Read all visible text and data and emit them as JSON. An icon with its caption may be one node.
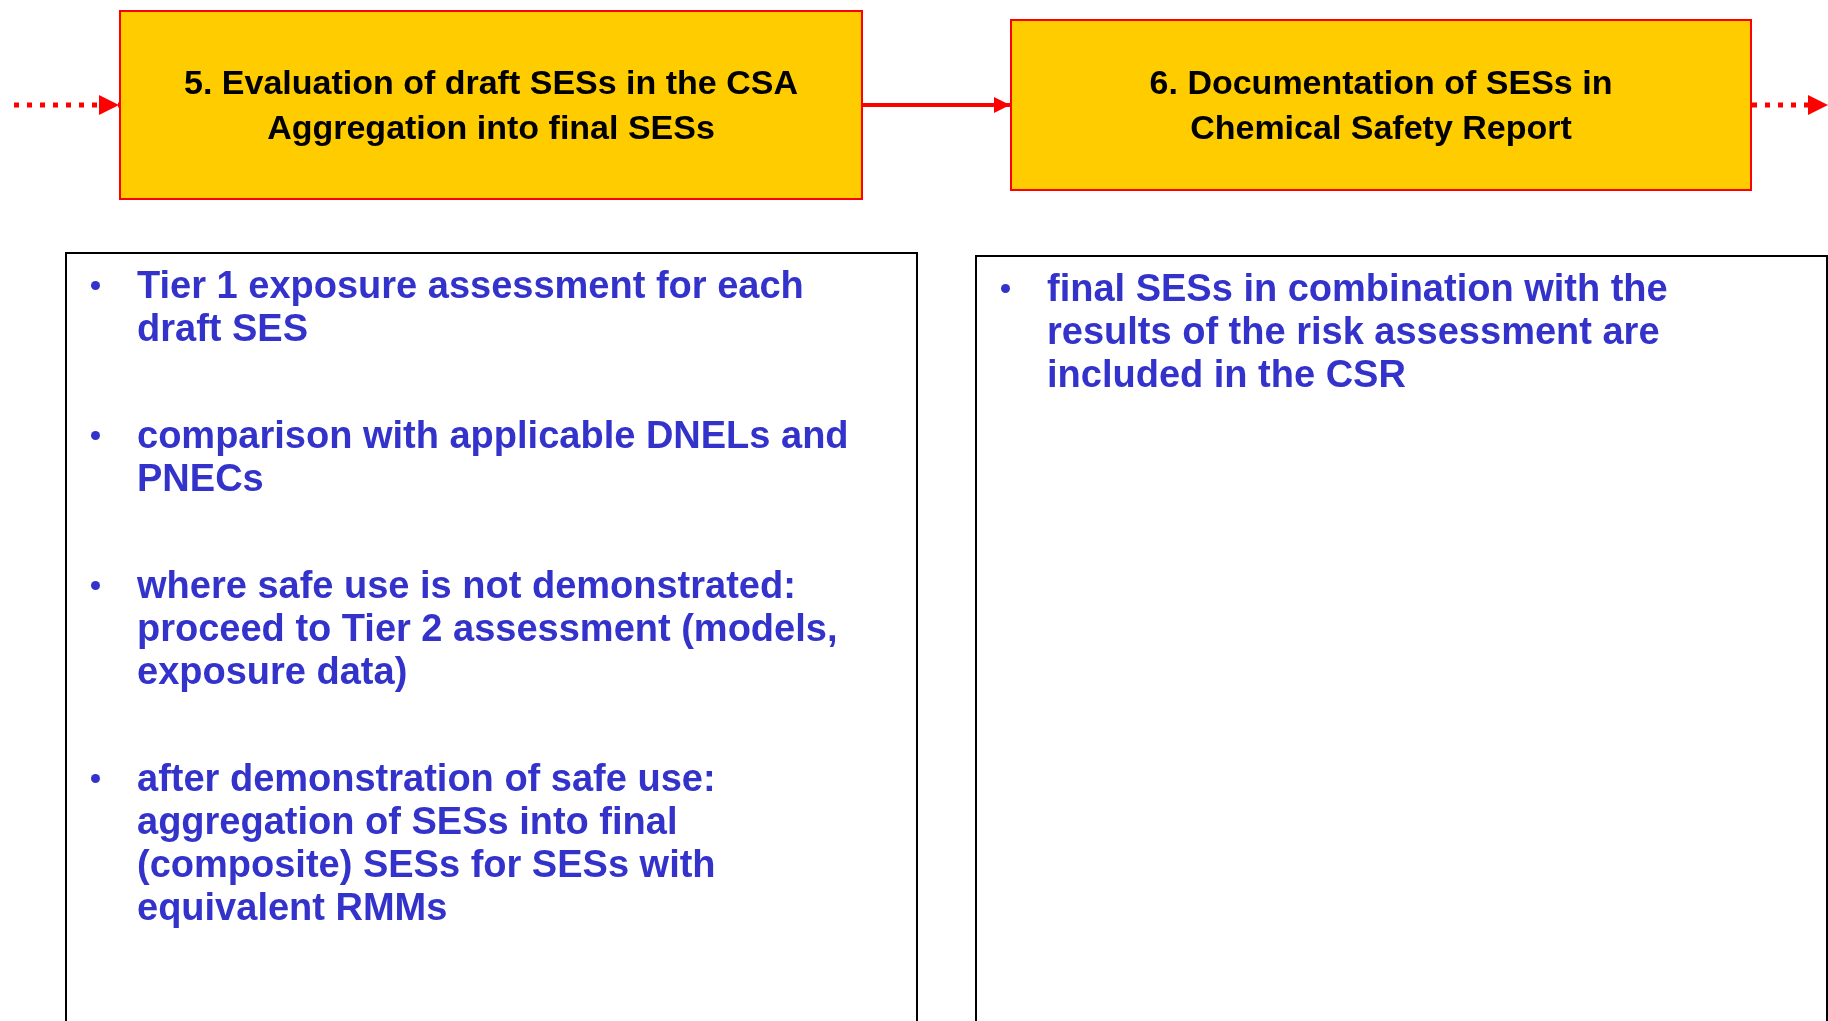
{
  "diagram": {
    "nodes": [
      {
        "text": [
          "5. Evaluation of draft SESs in the CSA Aggregation into final SESs"
        ]
      },
      {
        "text": [
          "6. Documentation of SESs in Chemical Safety Report"
        ]
      },
      {
        "text": [
          "Tier 1 exposure assessment for each draft SES",
          "comparison with applicable DNELs and PNECs",
          "where safe use is not demonstrated: proceed to Tier 2 assessment (models, exposure data)",
          "after demonstration of safe use: aggregation of SESs into final (composite) SESs for SESs with equivalent RMMs"
        ]
      },
      {
        "text": [
          "final SESs in combination with the results of the risk assessment are included in the CSR"
        ]
      }
    ],
    "edges": [
      {
        "from": null,
        "to": 0,
        "arrow": "to",
        "style": "dashed"
      },
      {
        "from": 0,
        "to": 1,
        "arrow": "to"
      },
      {
        "from": 1,
        "to": null,
        "arrow": "to",
        "style": "dashed"
      }
    ]
  }
}
